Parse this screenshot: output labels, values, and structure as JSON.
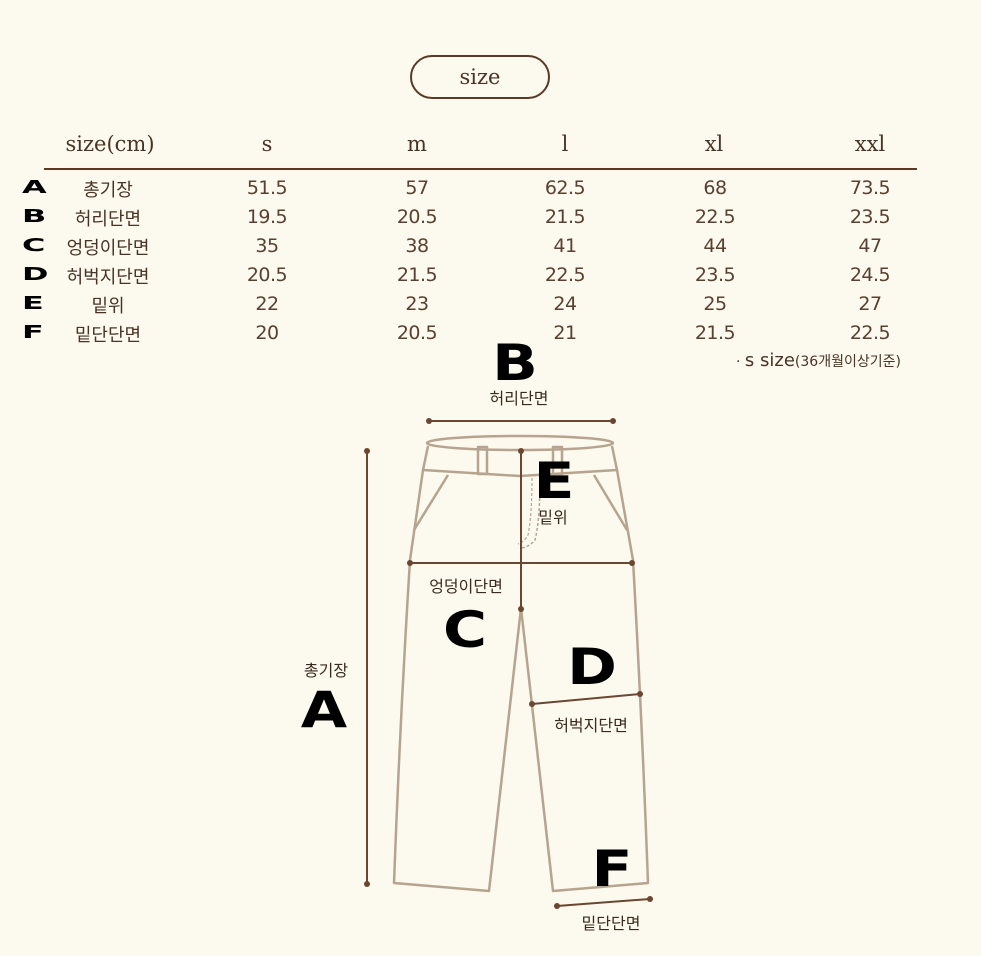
{
  "title": "size",
  "table": {
    "header_label": "size(cm)",
    "columns": [
      "s",
      "m",
      "l",
      "xl",
      "xxl"
    ],
    "rows": [
      {
        "letter": "A",
        "label": "총기장",
        "values": [
          "51.5",
          "57",
          "62.5",
          "68",
          "73.5"
        ]
      },
      {
        "letter": "B",
        "label": "허리단면",
        "values": [
          "19.5",
          "20.5",
          "21.5",
          "22.5",
          "23.5"
        ]
      },
      {
        "letter": "C",
        "label": "엉덩이단면",
        "values": [
          "35",
          "38",
          "41",
          "44",
          "47"
        ]
      },
      {
        "letter": "D",
        "label": "허벅지단면",
        "values": [
          "20.5",
          "21.5",
          "22.5",
          "23.5",
          "24.5"
        ]
      },
      {
        "letter": "E",
        "label": "밑위",
        "values": [
          "22",
          "23",
          "24",
          "25",
          "27"
        ]
      },
      {
        "letter": "F",
        "label": "밑단단면",
        "values": [
          "20",
          "20.5",
          "21",
          "21.5",
          "22.5"
        ]
      }
    ]
  },
  "note": {
    "bullet": "·",
    "size": "s size",
    "detail": "(36개월이상기준)"
  },
  "diagram": {
    "labels": {
      "A": {
        "letter": "A",
        "text": "총기장"
      },
      "B": {
        "letter": "B",
        "text": "허리단면"
      },
      "C": {
        "letter": "C",
        "text": "엉덩이단면"
      },
      "D": {
        "letter": "D",
        "text": "허벅지단면"
      },
      "E": {
        "letter": "E",
        "text": "밑위"
      },
      "F": {
        "letter": "F",
        "text": "밑단단면"
      }
    }
  },
  "colors": {
    "background": "#fcf9ee",
    "text": "#4a3324",
    "measure_line": "#6b4630",
    "pants_outline": "#b7a48f"
  }
}
